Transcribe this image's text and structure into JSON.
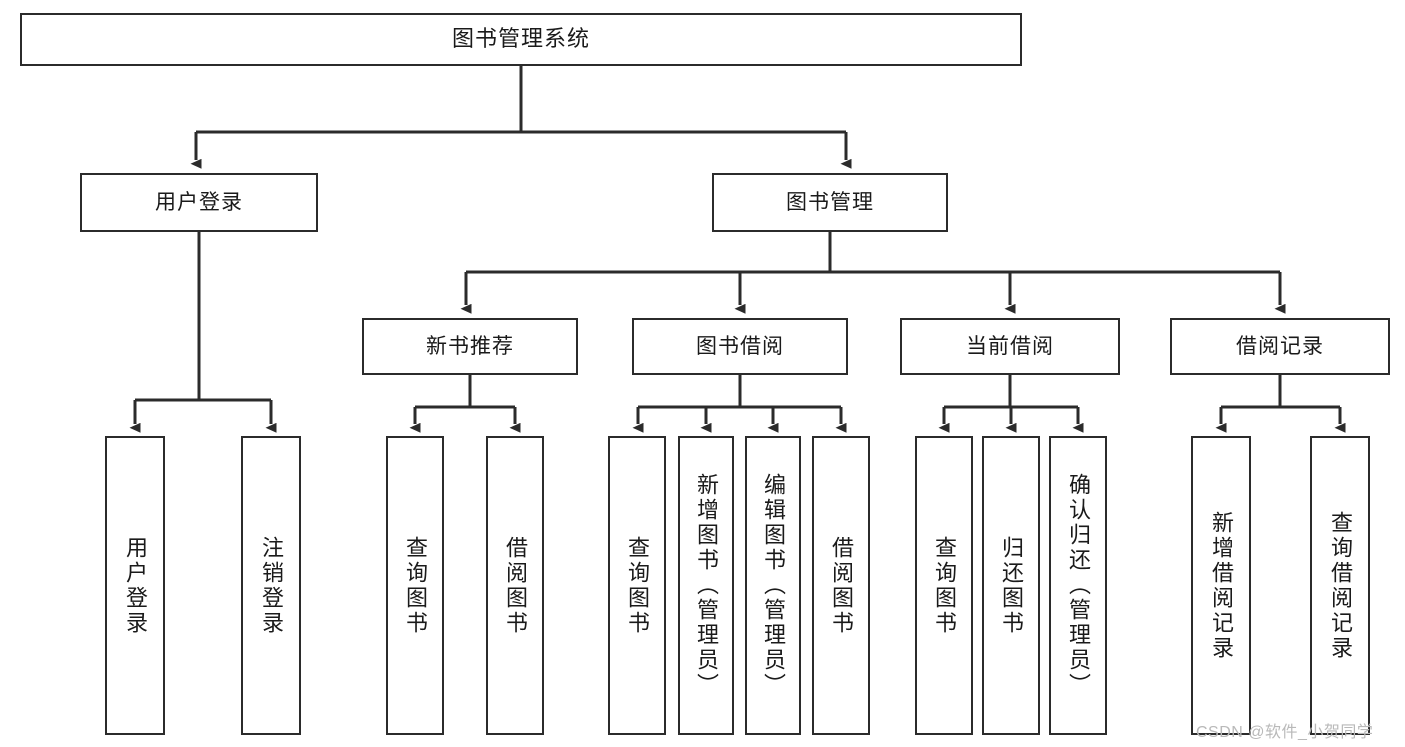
{
  "diagram": {
    "type": "tree",
    "title": "图书管理系统",
    "orientation": "top-down",
    "colors": {
      "box_border": "#2b2b2b",
      "box_fill": "#ffffff",
      "connector": "#2b2b2b",
      "background": "#ffffff",
      "watermark": "#b9b9b9"
    },
    "levels": {
      "root": {
        "label": "图书管理系统"
      },
      "level2": [
        {
          "label": "用户登录"
        },
        {
          "label": "图书管理"
        }
      ],
      "level3": [
        {
          "label": "新书推荐"
        },
        {
          "label": "图书借阅"
        },
        {
          "label": "当前借阅"
        },
        {
          "label": "借阅记录"
        }
      ],
      "leaves": {
        "user_login": [
          {
            "label": "用户登录"
          },
          {
            "label": "注销登录"
          }
        ],
        "new_book_recommend": [
          {
            "label": "查询图书"
          },
          {
            "label": "借阅图书"
          }
        ],
        "book_borrow": [
          {
            "label": "查询图书"
          },
          {
            "label": "新增图书（管理员）"
          },
          {
            "label": "编辑图书（管理员）"
          },
          {
            "label": "借阅图书"
          }
        ],
        "current_borrow": [
          {
            "label": "查询图书"
          },
          {
            "label": "归还图书"
          },
          {
            "label": "确认归还（管理员）"
          }
        ],
        "borrow_record": [
          {
            "label": "新增借阅记录"
          },
          {
            "label": "查询借阅记录"
          }
        ]
      }
    }
  },
  "watermark": {
    "text": "CSDN @软件_小贺同学"
  }
}
